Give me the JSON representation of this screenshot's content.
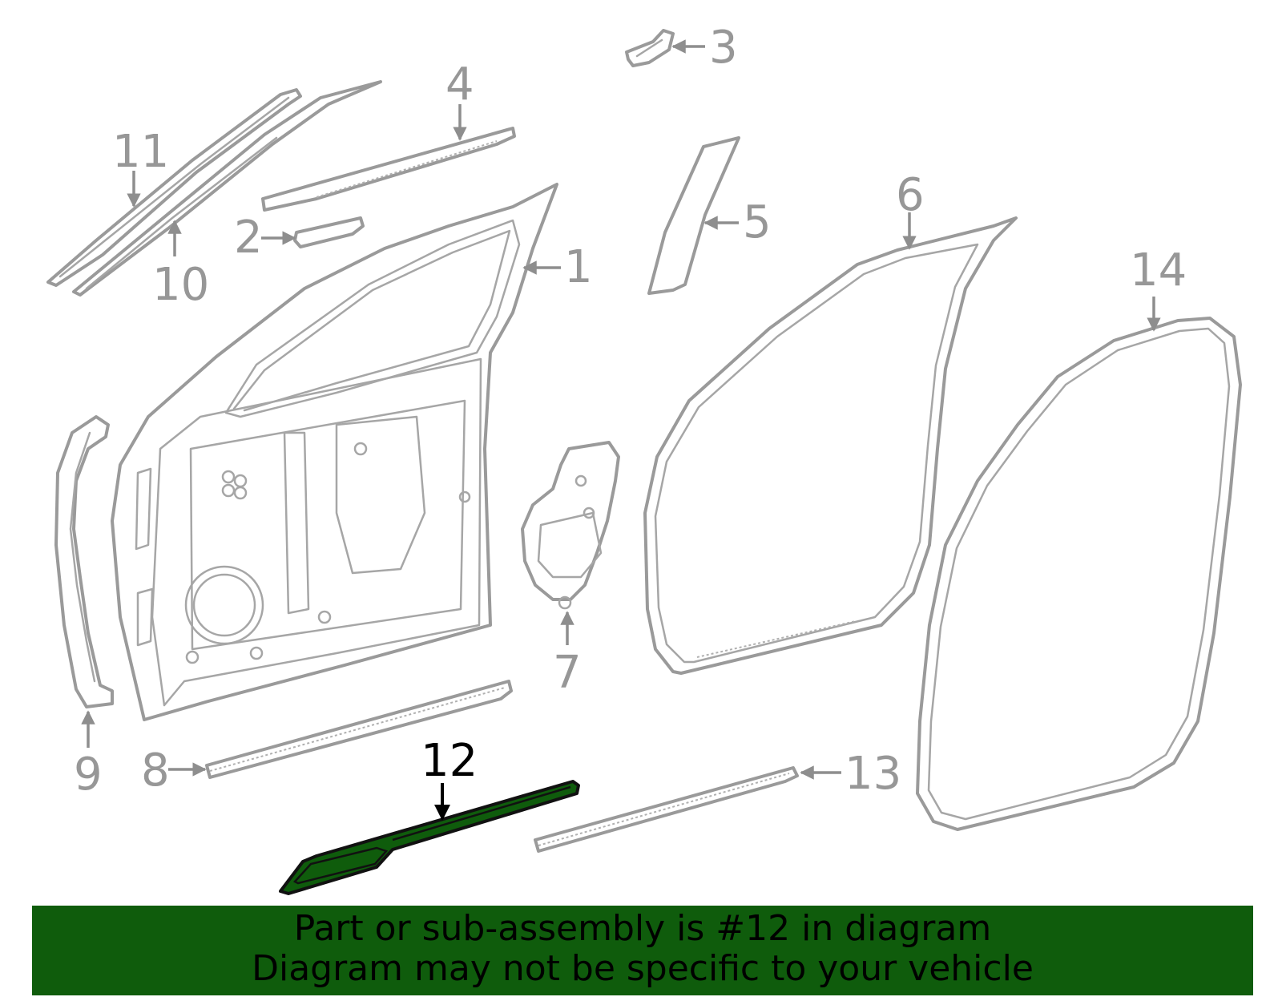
{
  "callouts": {
    "c1": "1",
    "c2": "2",
    "c3": "3",
    "c4": "4",
    "c5": "5",
    "c6": "6",
    "c7": "7",
    "c8": "8",
    "c9": "9",
    "c10": "10",
    "c11": "11",
    "c12": "12",
    "c13": "13",
    "c14": "14"
  },
  "highlight": {
    "part_number": "12",
    "fill_color": "#0f5c0c"
  },
  "banner": {
    "line1": "Part or sub-assembly is #12 in diagram",
    "line2": "Diagram may not be specific to your vehicle",
    "background_color": "#0f5c0c"
  }
}
